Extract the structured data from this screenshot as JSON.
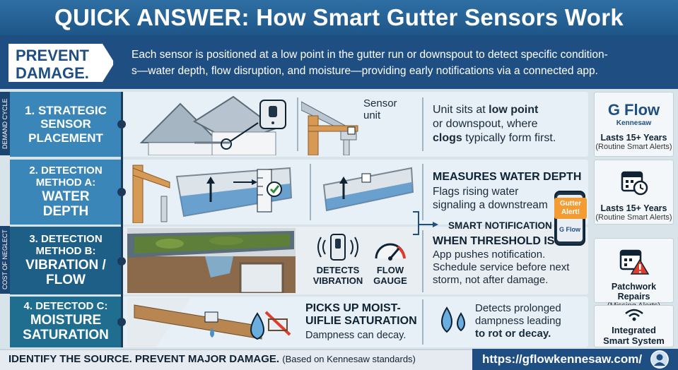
{
  "title": "QUICK ANSWER: How Smart Gutter Sensors Work",
  "intro": {
    "badge_line1": "PREVENT",
    "badge_line2": "DAMAGE.",
    "line1": "Each sensor is positioned at a low point in the gutter run or downspout to detect specific condition-",
    "line2": "s—water depth, flow disruption, and moisture—providing early notifications via a connected app."
  },
  "side_labels": {
    "top": "DEMAND CYCLE",
    "bottom": "COST OF NEGLECT"
  },
  "sections": [
    {
      "label_lines": [
        "1. STRATEGIC",
        "SENSOR",
        "PLACEMENT"
      ],
      "sensor_label_1": "Sensor",
      "sensor_label_2": "unit",
      "text_line1_a": "Unit sits at ",
      "text_line1_b": "low point",
      "text_line2": "or downspout, where",
      "text_line3_a": "clogs",
      "text_line3_b": " typically form first."
    },
    {
      "label_lines": [
        "2. DETECTION",
        "METHOD A:",
        "WATER",
        "DEPTH"
      ],
      "heading": "MEASURES WATER DEPTH",
      "line1": "Flags rising water",
      "line2": "signaling a downstream",
      "alert_line1": "Gutter",
      "alert_line2": "Alert!",
      "phone_brand": "G Flow"
    },
    {
      "label_lines": [
        "3. DETECTION",
        "METHOD B:",
        "VIBRATION /",
        "FLOW"
      ],
      "smart_notification": "SMART NOTIFICATION",
      "heading": "WHEN THRESHOLD IS",
      "line1": "App pushes notification.",
      "line2": "Schedule service before next",
      "line3": "storm, not after damage.",
      "vibration_line1": "DETECTS",
      "vibration_line2": "VIBRATION",
      "flow_line1": "FLOW",
      "flow_line2": "GAUGE"
    },
    {
      "label_lines": [
        "4. DETECTOD C:",
        "MOISTURE",
        "SATURATION"
      ],
      "heading_line1": "PICKS UP MOIST-",
      "heading_line2": "UIFLIE SATURATION",
      "sub": "Dampness can decay.",
      "line1": "Detects prolonged",
      "line2": "dampness leading",
      "line3": "to rot or decay."
    }
  ],
  "cards": [
    {
      "brand": "G Flow",
      "brand_sub": "Kennesaw",
      "title": "Lasts 15+ Years",
      "sub": "(Routine Smart Alerts)"
    },
    {
      "icon": "calendar-clock-icon",
      "title": "Lasts 15+ Years",
      "sub": "(Routine Smart Alerts)"
    },
    {
      "icon": "calendar-warning-icon",
      "title": "Patchwork Repairs",
      "sub": "(Missing Alerts)"
    },
    {
      "icon": "wifi-icon",
      "title_line1": "Integrated",
      "title_line2": "Smart System"
    }
  ],
  "footer": {
    "main": "IDENTIFY THE SOURCE. PREVENT MAJOR DAMAGE.",
    "note": "(Based on Kennesaw standards)",
    "url": "https://gflowkennesaw.com/"
  },
  "colors": {
    "title_bg": "#2f6fa3",
    "intro_bg": "#1f4f82",
    "section1": "#3a86b8",
    "section2": "#3a86b8",
    "section3": "#1d5f86",
    "section4": "#1f6e8f",
    "alert": "#f39c34",
    "warning": "#e23b2a"
  }
}
